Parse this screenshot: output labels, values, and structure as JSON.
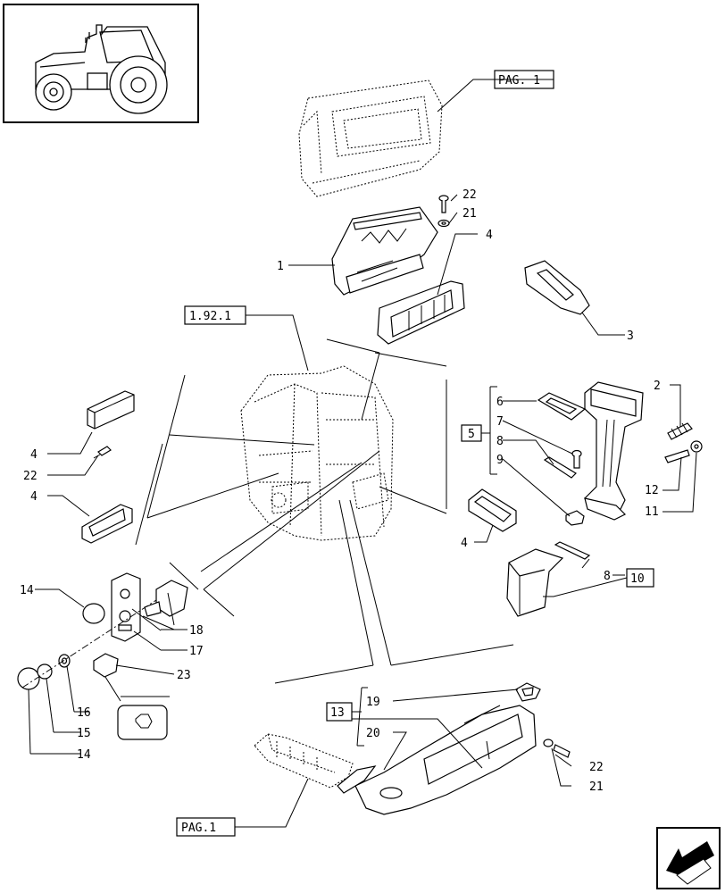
{
  "references": {
    "pag1_top": "PAG. 1",
    "pag1_bottom": "PAG.1",
    "section": "1.92.1",
    "group5": "5",
    "group10": "10",
    "group13": "13"
  },
  "callouts": {
    "c1": "1",
    "c2": "2",
    "c3": "3",
    "c4a": "4",
    "c4b": "4",
    "c4c": "4",
    "c4d": "4",
    "c6": "6",
    "c7": "7",
    "c8a": "8",
    "c8b": "8",
    "c9": "9",
    "c11": "11",
    "c12": "12",
    "c14a": "14",
    "c14b": "14",
    "c15": "15",
    "c16": "16",
    "c17": "17",
    "c18": "18",
    "c19": "19",
    "c20": "20",
    "c21a": "21",
    "c21b": "21",
    "c22a": "22",
    "c22b": "22",
    "c22c": "22",
    "c23": "23"
  },
  "icons": {
    "thumbnail": "tractor-thumbnail",
    "nav": "arrow-back-icon"
  }
}
